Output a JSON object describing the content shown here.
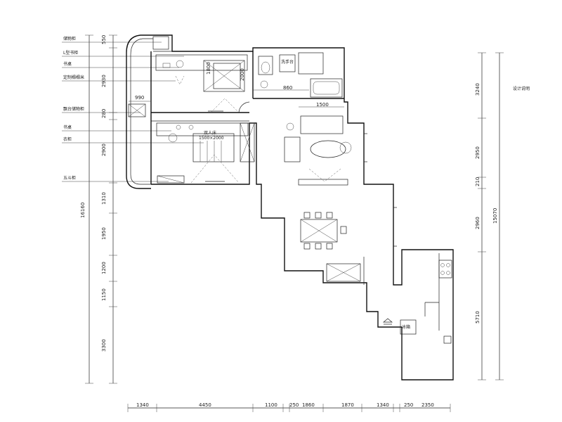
{
  "left_labels": [
    {
      "id": "storage-cabinet-top",
      "text": "储物柜"
    },
    {
      "id": "l-wall-cabinet",
      "text": "L型书柜"
    },
    {
      "id": "desk-top",
      "text": "书桌"
    },
    {
      "id": "custom-tatami",
      "text": "定制榻榻米"
    },
    {
      "id": "bay-storage",
      "text": "飘台储物柜"
    },
    {
      "id": "desk-bottom",
      "text": "书桌"
    },
    {
      "id": "wardrobe",
      "text": "衣柜"
    },
    {
      "id": "five-drawer",
      "text": "五斗柜"
    }
  ],
  "left_dims": [
    "550",
    "2930",
    "280",
    "2900",
    "1310",
    "1950",
    "1200",
    "1150",
    "3300"
  ],
  "left_total": "16160",
  "right_dims": [
    "3240",
    "2950",
    "210",
    "2960",
    "5710"
  ],
  "right_total": "15070",
  "right_note": "设计说明",
  "bottom_dims": [
    "1340",
    "4450",
    "1100",
    "250",
    "1860",
    "1870",
    "1340",
    "250",
    "2350"
  ],
  "inner_dims": {
    "bay_width": "990",
    "bed_length": "1800",
    "bed_width": "2000",
    "corridor": "860",
    "sofa_width": "1500"
  },
  "room_text": {
    "bed_label": "双人床",
    "bed_size": "1500×2000",
    "wc_label": "洗手台",
    "kitchen_label": "冰箱",
    "balcony_label": ""
  }
}
